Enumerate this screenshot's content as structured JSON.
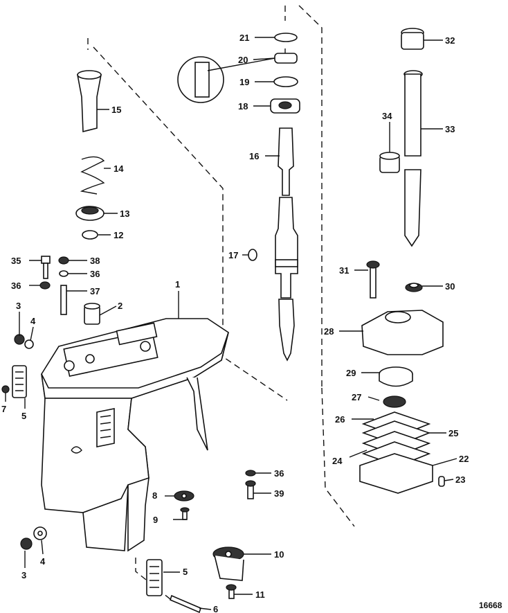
{
  "diagram": {
    "reference_number": "16668",
    "colors": {
      "line": "#111111",
      "background": "#ffffff",
      "shade": "#333333"
    },
    "callouts": [
      {
        "id": "c1",
        "text": "1"
      },
      {
        "id": "c2",
        "text": "2"
      },
      {
        "id": "c3a",
        "text": "3"
      },
      {
        "id": "c3b",
        "text": "3"
      },
      {
        "id": "c4a",
        "text": "4"
      },
      {
        "id": "c4b",
        "text": "4"
      },
      {
        "id": "c5a",
        "text": "5"
      },
      {
        "id": "c5b",
        "text": "5"
      },
      {
        "id": "c6",
        "text": "6"
      },
      {
        "id": "c7",
        "text": "7"
      },
      {
        "id": "c8",
        "text": "8"
      },
      {
        "id": "c9",
        "text": "9"
      },
      {
        "id": "c10",
        "text": "10"
      },
      {
        "id": "c11",
        "text": "11"
      },
      {
        "id": "c12",
        "text": "12"
      },
      {
        "id": "c13",
        "text": "13"
      },
      {
        "id": "c14",
        "text": "14"
      },
      {
        "id": "c15",
        "text": "15"
      },
      {
        "id": "c16",
        "text": "16"
      },
      {
        "id": "c17",
        "text": "17"
      },
      {
        "id": "c18",
        "text": "18"
      },
      {
        "id": "c19",
        "text": "19"
      },
      {
        "id": "c20",
        "text": "20"
      },
      {
        "id": "c21",
        "text": "21"
      },
      {
        "id": "c22",
        "text": "22"
      },
      {
        "id": "c23",
        "text": "23"
      },
      {
        "id": "c24",
        "text": "24"
      },
      {
        "id": "c25",
        "text": "25"
      },
      {
        "id": "c26",
        "text": "26"
      },
      {
        "id": "c27",
        "text": "27"
      },
      {
        "id": "c28",
        "text": "28"
      },
      {
        "id": "c29",
        "text": "29"
      },
      {
        "id": "c30",
        "text": "30"
      },
      {
        "id": "c31",
        "text": "31"
      },
      {
        "id": "c32",
        "text": "32"
      },
      {
        "id": "c33",
        "text": "33"
      },
      {
        "id": "c34",
        "text": "34"
      },
      {
        "id": "c35",
        "text": "35"
      },
      {
        "id": "c36a",
        "text": "36"
      },
      {
        "id": "c36b",
        "text": "36"
      },
      {
        "id": "c36c",
        "text": "36"
      },
      {
        "id": "c37",
        "text": "37"
      },
      {
        "id": "c38",
        "text": "38"
      },
      {
        "id": "c39",
        "text": "39"
      }
    ]
  }
}
